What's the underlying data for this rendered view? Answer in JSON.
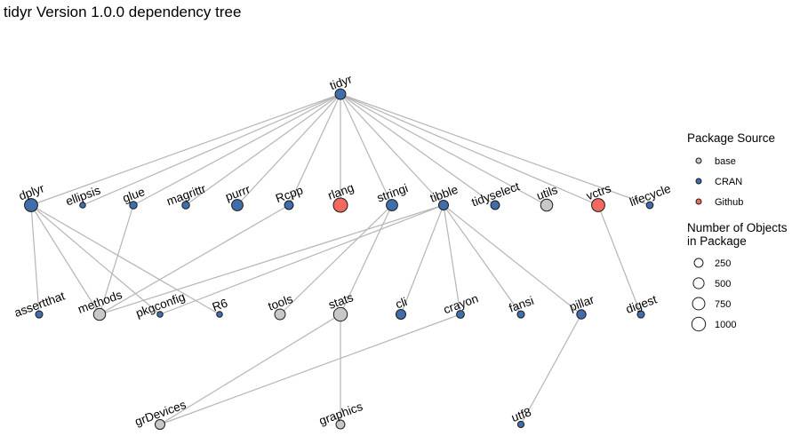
{
  "title": "tidyr Version 1.0.0 dependency tree",
  "colors": {
    "base": "#c8c8c8",
    "CRAN": "#3f6eab",
    "Github": "#f4695f",
    "edge": "#b5b5b5"
  },
  "nodes": [
    {
      "id": "tidyr",
      "source": "CRAN",
      "objects": 200
    },
    {
      "id": "dplyr",
      "source": "CRAN",
      "objects": 400
    },
    {
      "id": "ellipsis",
      "source": "CRAN",
      "objects": 10
    },
    {
      "id": "glue",
      "source": "CRAN",
      "objects": 50
    },
    {
      "id": "magrittr",
      "source": "CRAN",
      "objects": 50
    },
    {
      "id": "purrr",
      "source": "CRAN",
      "objects": 250
    },
    {
      "id": "Rcpp",
      "source": "CRAN",
      "objects": 100
    },
    {
      "id": "rlang",
      "source": "Github",
      "objects": 500
    },
    {
      "id": "stringi",
      "source": "CRAN",
      "objects": 250
    },
    {
      "id": "tibble",
      "source": "CRAN",
      "objects": 150
    },
    {
      "id": "tidyselect",
      "source": "CRAN",
      "objects": 100
    },
    {
      "id": "utils",
      "source": "base",
      "objects": 300
    },
    {
      "id": "vctrs",
      "source": "Github",
      "objects": 400
    },
    {
      "id": "lifecycle",
      "source": "CRAN",
      "objects": 30
    },
    {
      "id": "assertthat",
      "source": "CRAN",
      "objects": 40
    },
    {
      "id": "methods",
      "source": "base",
      "objects": 300
    },
    {
      "id": "pkgconfig",
      "source": "CRAN",
      "objects": 10
    },
    {
      "id": "R6",
      "source": "CRAN",
      "objects": 10
    },
    {
      "id": "tools",
      "source": "base",
      "objects": 200
    },
    {
      "id": "stats",
      "source": "base",
      "objects": 450
    },
    {
      "id": "cli",
      "source": "CRAN",
      "objects": 150
    },
    {
      "id": "crayon",
      "source": "CRAN",
      "objects": 60
    },
    {
      "id": "fansi",
      "source": "CRAN",
      "objects": 40
    },
    {
      "id": "pillar",
      "source": "CRAN",
      "objects": 120
    },
    {
      "id": "digest",
      "source": "CRAN",
      "objects": 40
    },
    {
      "id": "grDevices",
      "source": "base",
      "objects": 150
    },
    {
      "id": "graphics",
      "source": "base",
      "objects": 100
    },
    {
      "id": "utf8",
      "source": "CRAN",
      "objects": 20
    }
  ],
  "edges": [
    [
      "tidyr",
      "dplyr"
    ],
    [
      "tidyr",
      "ellipsis"
    ],
    [
      "tidyr",
      "glue"
    ],
    [
      "tidyr",
      "magrittr"
    ],
    [
      "tidyr",
      "purrr"
    ],
    [
      "tidyr",
      "Rcpp"
    ],
    [
      "tidyr",
      "rlang"
    ],
    [
      "tidyr",
      "stringi"
    ],
    [
      "tidyr",
      "tibble"
    ],
    [
      "tidyr",
      "tidyselect"
    ],
    [
      "tidyr",
      "utils"
    ],
    [
      "tidyr",
      "vctrs"
    ],
    [
      "tidyr",
      "lifecycle"
    ],
    [
      "dplyr",
      "assertthat"
    ],
    [
      "dplyr",
      "methods"
    ],
    [
      "dplyr",
      "pkgconfig"
    ],
    [
      "dplyr",
      "R6"
    ],
    [
      "glue",
      "methods"
    ],
    [
      "Rcpp",
      "methods"
    ],
    [
      "stringi",
      "tools"
    ],
    [
      "stringi",
      "stats"
    ],
    [
      "tibble",
      "methods"
    ],
    [
      "tibble",
      "pkgconfig"
    ],
    [
      "tibble",
      "cli"
    ],
    [
      "tibble",
      "crayon"
    ],
    [
      "tibble",
      "fansi"
    ],
    [
      "tibble",
      "pillar"
    ],
    [
      "vctrs",
      "digest"
    ],
    [
      "stats",
      "grDevices"
    ],
    [
      "stats",
      "graphics"
    ],
    [
      "crayon",
      "grDevices"
    ],
    [
      "pillar",
      "utf8"
    ]
  ],
  "legend": {
    "source_title": "Package Source",
    "sources": [
      "base",
      "CRAN",
      "Github"
    ],
    "size_title": [
      "Number of Objects",
      "in Package"
    ],
    "sizes": [
      250,
      500,
      750,
      1000
    ]
  }
}
